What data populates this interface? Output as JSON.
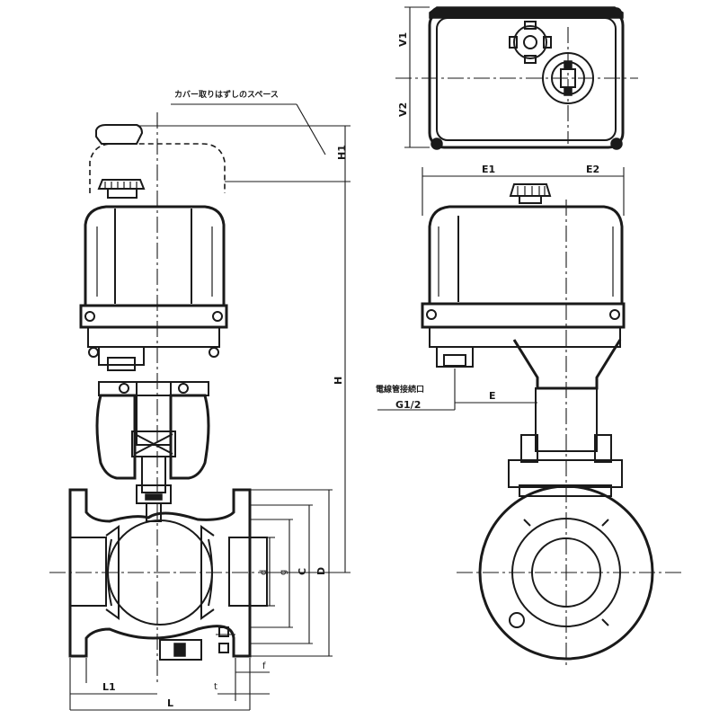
{
  "labels": {
    "cover_removal_space": "カバー取りはずしのスペース",
    "conduit_port": "電線管接続口",
    "conduit_thread": "G1/2",
    "H1": "H1",
    "H": "H",
    "V1": "V1",
    "V2": "V2",
    "E1": "E1",
    "E2": "E2",
    "E": "E",
    "d": "d",
    "g": "g",
    "C": "C",
    "D": "D",
    "L1": "L1",
    "L": "L",
    "t": "t",
    "f": "f"
  }
}
